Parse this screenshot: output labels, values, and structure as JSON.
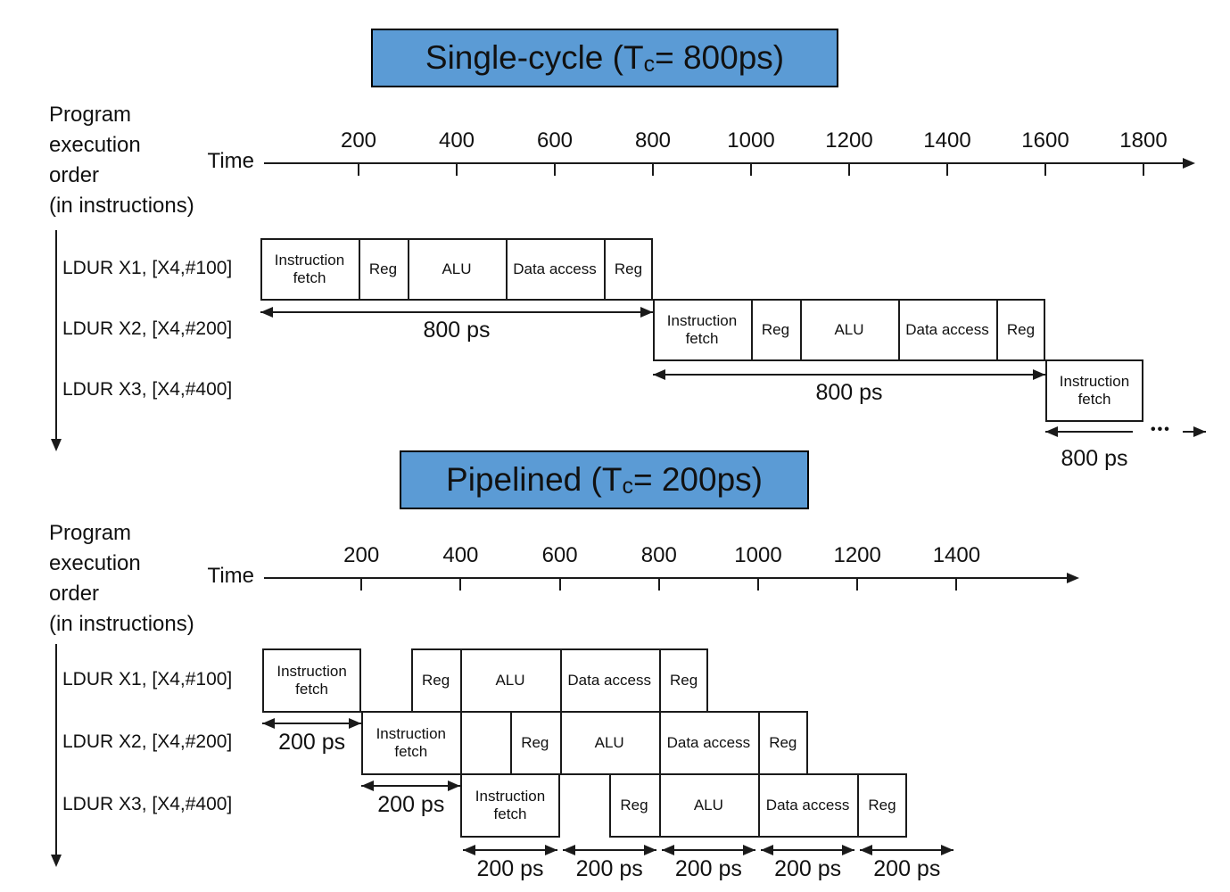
{
  "colors": {
    "title_bg": "#5b9bd5",
    "ink": "#1a1a1a"
  },
  "dots": "•••",
  "sections": {
    "single": {
      "title_pre": "Single-cycle (T",
      "title_sub": "c",
      "title_post": "= 800ps)",
      "order_lines": [
        "Program",
        "execution",
        "order",
        "(in instructions)"
      ],
      "time_label": "Time",
      "axis_ticks": [
        200,
        400,
        600,
        800,
        1000,
        1200,
        1400,
        1600,
        1800
      ],
      "rows": [
        {
          "label": "LDUR X1, [X4,#100]",
          "stages": [
            {
              "name": "Instruction fetch",
              "start": 0,
              "dur": 200
            },
            {
              "name": "Reg",
              "start": 200,
              "dur": 100
            },
            {
              "name": "ALU",
              "start": 300,
              "dur": 200
            },
            {
              "name": "Data access",
              "start": 500,
              "dur": 200
            },
            {
              "name": "Reg",
              "start": 700,
              "dur": 100
            }
          ]
        },
        {
          "label": "LDUR X2, [X4,#200]",
          "stages": [
            {
              "name": "Instruction fetch",
              "start": 800,
              "dur": 200
            },
            {
              "name": "Reg",
              "start": 1000,
              "dur": 100
            },
            {
              "name": "ALU",
              "start": 1100,
              "dur": 200
            },
            {
              "name": "Data access",
              "start": 1300,
              "dur": 200
            },
            {
              "name": "Reg",
              "start": 1500,
              "dur": 100
            }
          ]
        },
        {
          "label": "LDUR X3, [X4,#400]",
          "stages": [
            {
              "name": "Instruction fetch",
              "start": 1600,
              "dur": 200
            }
          ]
        }
      ],
      "annotations": [
        {
          "label": "800 ps",
          "t_from": 0,
          "t_to": 800
        },
        {
          "label": "800 ps",
          "t_from": 800,
          "t_to": 1600
        },
        {
          "label": "800 ps",
          "t_from": 1600,
          "t_to": 1800,
          "style": "trail"
        }
      ]
    },
    "pipe": {
      "title_pre": "Pipelined (T",
      "title_sub": "c",
      "title_post": "= 200ps)",
      "order_lines": [
        "Program",
        "execution",
        "order",
        "(in instructions)"
      ],
      "time_label": "Time",
      "axis_ticks": [
        200,
        400,
        600,
        800,
        1000,
        1200,
        1400
      ],
      "rows": [
        {
          "label": "LDUR X1, [X4,#100]",
          "stages": [
            {
              "name": "Instruction fetch",
              "start": 0,
              "dur": 200
            },
            {
              "name": "Reg",
              "start": 300,
              "dur": 100
            },
            {
              "name": "ALU",
              "start": 400,
              "dur": 200
            },
            {
              "name": "Data access",
              "start": 600,
              "dur": 200
            },
            {
              "name": "Reg",
              "start": 800,
              "dur": 100
            }
          ]
        },
        {
          "label": "LDUR X2, [X4,#200]",
          "stages": [
            {
              "name": "Instruction fetch",
              "start": 200,
              "dur": 200
            },
            {
              "name": "",
              "start": 400,
              "dur": 100
            },
            {
              "name": "Reg",
              "start": 500,
              "dur": 100
            },
            {
              "name": "ALU",
              "start": 600,
              "dur": 200
            },
            {
              "name": "Data access",
              "start": 800,
              "dur": 200
            },
            {
              "name": "Reg",
              "start": 1000,
              "dur": 100
            }
          ]
        },
        {
          "label": "LDUR X3, [X4,#400]",
          "stages": [
            {
              "name": "Instruction fetch",
              "start": 400,
              "dur": 200
            },
            {
              "name": "Reg",
              "start": 700,
              "dur": 100
            },
            {
              "name": "ALU",
              "start": 800,
              "dur": 200
            },
            {
              "name": "Data access",
              "start": 1000,
              "dur": 200
            },
            {
              "name": "Reg",
              "start": 1200,
              "dur": 100
            }
          ]
        }
      ],
      "annotations": [
        {
          "label": "200 ps",
          "t_from": 0,
          "t_to": 200
        },
        {
          "label": "200 ps",
          "t_from": 200,
          "t_to": 400
        }
      ],
      "bottom_annotations": [
        {
          "label": "200 ps",
          "t_from": 400,
          "t_to": 600
        },
        {
          "label": "200 ps",
          "t_from": 600,
          "t_to": 800
        },
        {
          "label": "200 ps",
          "t_from": 800,
          "t_to": 1000
        },
        {
          "label": "200 ps",
          "t_from": 1000,
          "t_to": 1200
        },
        {
          "label": "200 ps",
          "t_from": 1200,
          "t_to": 1400
        }
      ]
    }
  }
}
